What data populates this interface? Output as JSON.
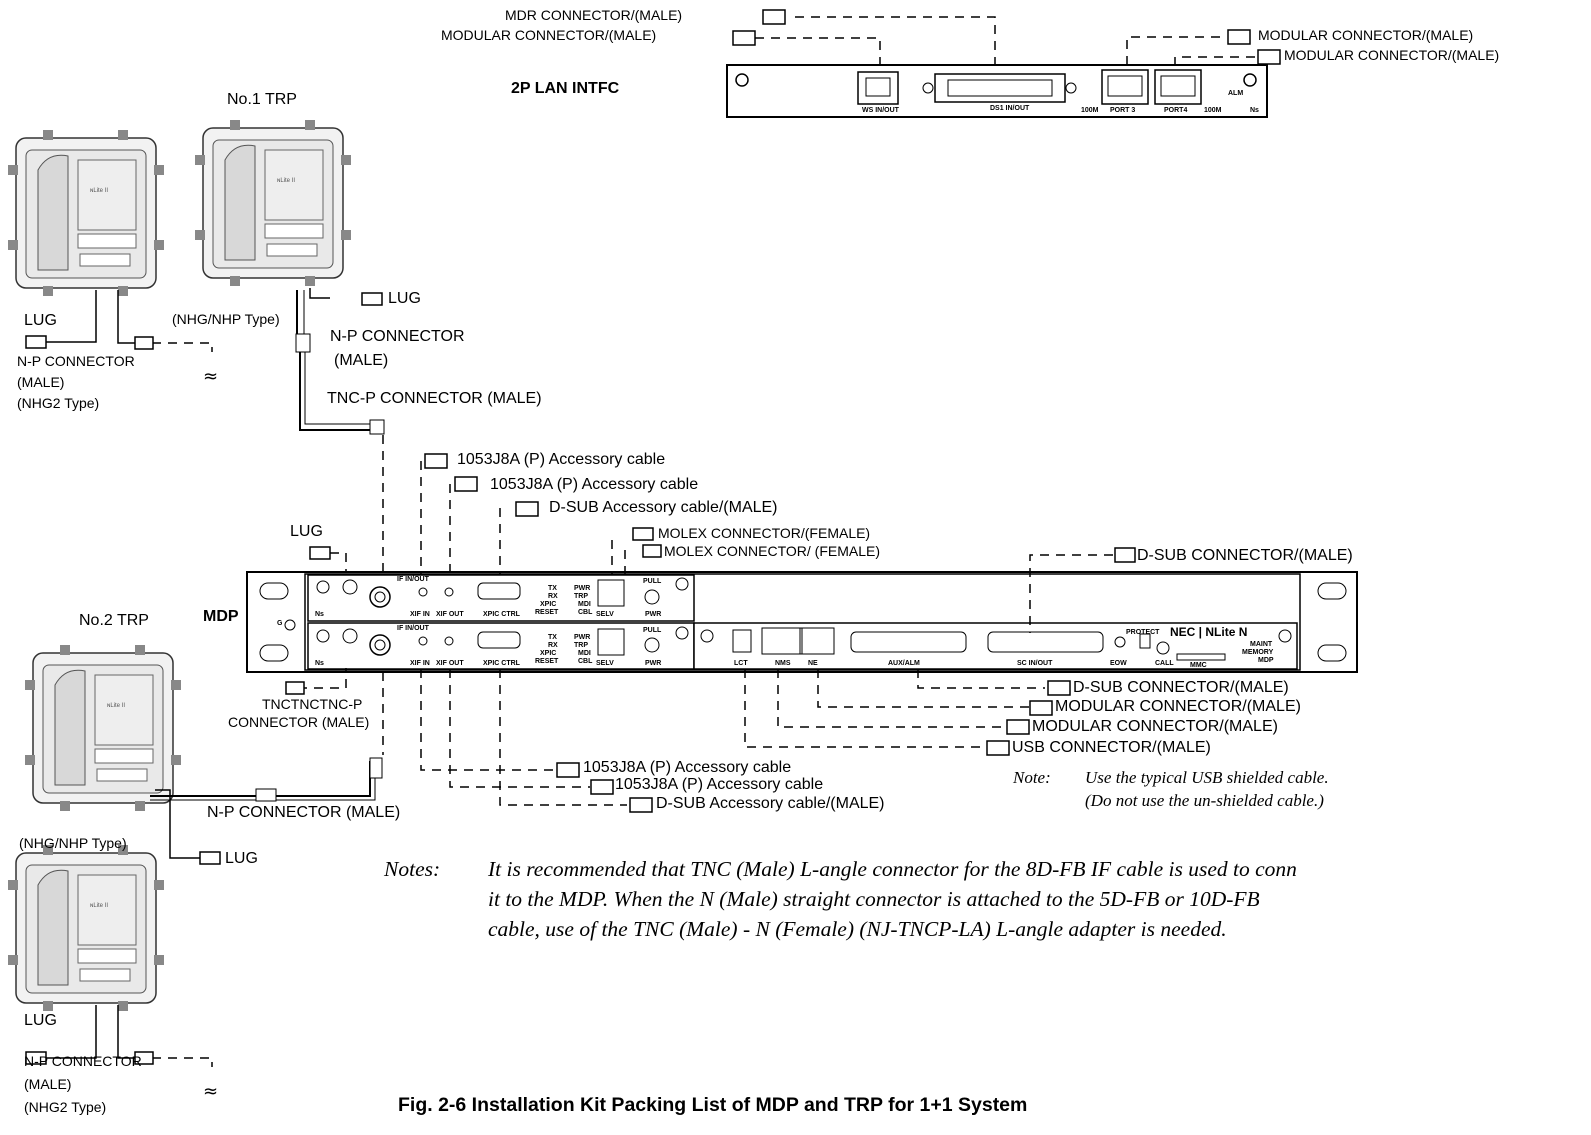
{
  "caption": "Fig. 2-6  Installation Kit Packing List of MDP and TRP for 1+1 System",
  "lan_intfc": {
    "title": "2P LAN INTFC",
    "ports": [
      "WS  IN/OUT",
      "DS1  IN/OUT",
      "PORT 3",
      "PORT4"
    ],
    "leds": [
      "100M",
      "100M",
      "ALM",
      "Ns"
    ],
    "connectors": [
      "MDR CONNECTOR/(MALE)",
      "MODULAR CONNECTOR/(MALE)",
      "MODULAR CONNECTOR/(MALE)",
      "MODULAR CONNECTOR/(MALE)"
    ]
  },
  "trp1": {
    "title": "No.1 TRP",
    "type_nhp": "(NHG/NHP Type)",
    "type_nhg2": "(NHG2 Type)",
    "lug_left": "LUG",
    "lug_right": "LUG",
    "np_conn": "N-P CONNECTOR",
    "male": "(MALE)",
    "np_conn_right": "N-P CONNECTOR",
    "male_right": "(MALE)",
    "tnc_conn": "TNC-P CONNECTOR (MALE)"
  },
  "trp2": {
    "title": "No.2 TRP",
    "type_nhp": "(NHG/NHP Type)",
    "type_nhg2": "(NHG2 Type)",
    "lug_left": "LUG",
    "lug_right": "LUG",
    "np_conn": "N-P CONNECTOR",
    "male": "(MALE)",
    "np_conn_right": "N-P CONNECTOR (MALE)",
    "tnc_conn_1": "TNCTNCTNC-P",
    "tnc_conn_2": "CONNECTOR (MALE)"
  },
  "mdp": {
    "title": "MDP",
    "lug": "LUG",
    "panel_labels": {
      "if_inout": "IF IN/OUT",
      "xif_in": "XIF IN",
      "xif_out": "XIF OUT",
      "xpic_ctrl": "XPIC CTRL",
      "tx": "TX",
      "rx": "RX",
      "xpic": "XPIC",
      "reset": "RESET",
      "pwr": "PWR",
      "trp": "TRP",
      "mdi": "MDI",
      "cbl": "CBL",
      "selv": "SELV",
      "pull": "PULL",
      "pwr2": "PWR",
      "ns": "Ns",
      "g": "G",
      "lct": "LCT",
      "nms": "NMS",
      "ne": "NE",
      "aux_alm": "AUX/ALM",
      "sc_inout": "SC IN/OUT",
      "eow": "EOW",
      "call": "CALL",
      "mmc": "MMC",
      "protect": "PROTECT",
      "brand": "NEC | NLite N",
      "maint": "MAINT",
      "memory": "MEMORY",
      "mdp_led": "MDP"
    },
    "top_callouts": [
      "1053J8A (P) Accessory cable",
      "1053J8A (P) Accessory cable",
      "D-SUB Accessory cable/(MALE)",
      "MOLEX CONNECTOR/(FEMALE)",
      "MOLEX CONNECTOR/ (FEMALE)",
      "D-SUB CONNECTOR/(MALE)"
    ],
    "bottom_callouts": [
      "D-SUB CONNECTOR/(MALE)",
      "MODULAR CONNECTOR/(MALE)",
      "MODULAR CONNECTOR/(MALE)",
      "USB CONNECTOR/(MALE)",
      "1053J8A (P) Accessory cable",
      "1053J8A (P) Accessory cable",
      "D-SUB Accessory cable/(MALE)"
    ]
  },
  "usb_note": {
    "label": "Note:",
    "line1": "Use the typical USB shielded cable.",
    "line2": "(Do not use the un-shielded cable.)"
  },
  "notes": {
    "label": "Notes:",
    "line1": "It is recommended that TNC (Male) L-angle connector for the 8D-FB IF cable is used to conn",
    "line2": "it to the MDP. When the N (Male) straight connector is attached to the 5D-FB or 10D-FB",
    "line3": "cable, use of the TNC (Male) - N (Female) (NJ-TNCP-LA) L-angle adapter is needed."
  }
}
